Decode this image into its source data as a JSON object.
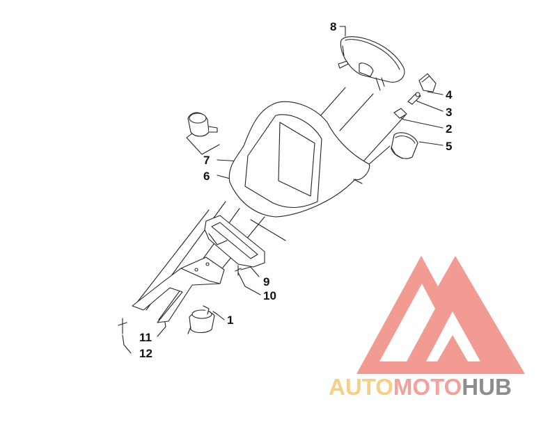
{
  "callouts": [
    {
      "id": "1",
      "label": "1"
    },
    {
      "id": "2",
      "label": "2"
    },
    {
      "id": "3",
      "label": "3"
    },
    {
      "id": "4",
      "label": "4"
    },
    {
      "id": "5",
      "label": "5"
    },
    {
      "id": "6",
      "label": "6"
    },
    {
      "id": "7",
      "label": "7"
    },
    {
      "id": "8",
      "label": "8"
    },
    {
      "id": "9",
      "label": "9"
    },
    {
      "id": "10",
      "label": "10"
    },
    {
      "id": "11",
      "label": "11"
    },
    {
      "id": "12",
      "label": "12"
    }
  ],
  "watermark": {
    "part1": "AUTO",
    "part2": "MOTO",
    "part3": "HUB",
    "color_auto": "#f5cf86",
    "color_moto": "#f2a29a",
    "color_hub": "#8d8d8d",
    "color_triangle": "#f08a80"
  }
}
